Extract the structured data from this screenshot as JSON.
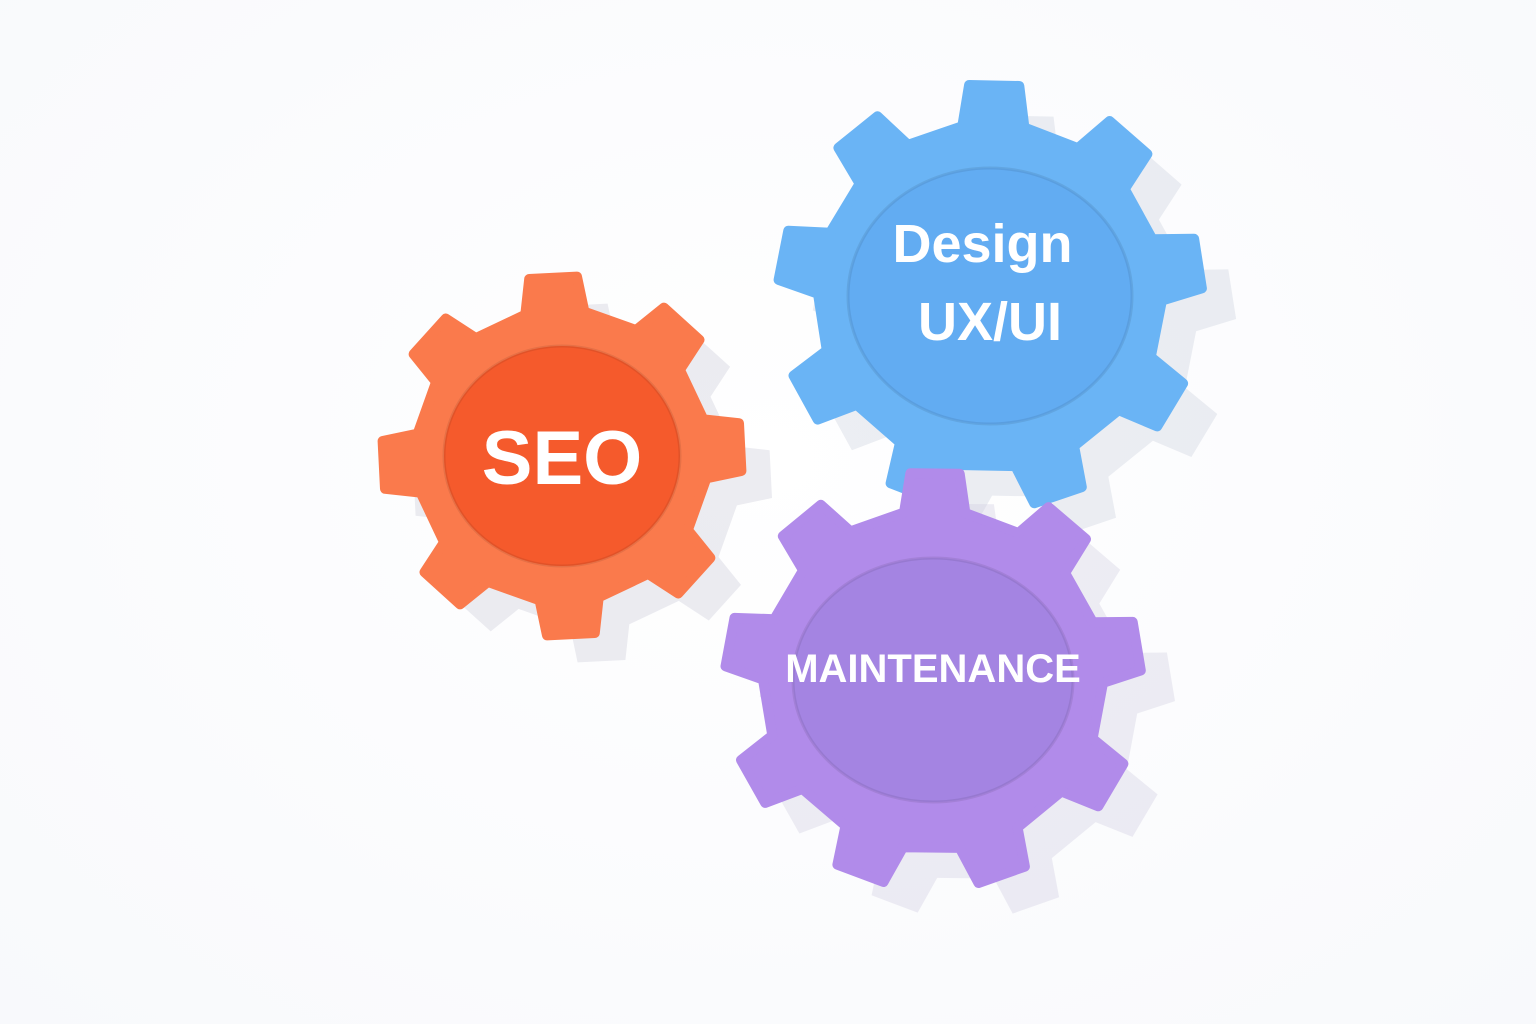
{
  "gears": [
    {
      "id": "seo",
      "lines": [
        "SEO"
      ],
      "body_color": "#FA7A4C",
      "face_color": "#F55A2C",
      "shadow_color": "#C9C9D6"
    },
    {
      "id": "design",
      "lines": [
        "Design",
        "UX/UI"
      ],
      "body_color": "#6AB4F5",
      "face_color": "#62ACF2",
      "shadow_color": "#C9CEDE"
    },
    {
      "id": "maintenance",
      "lines": [
        "MAINTENANCE"
      ],
      "body_color": "#B18BEA",
      "face_color": "#A484E2",
      "shadow_color": "#CFCAE0"
    }
  ]
}
